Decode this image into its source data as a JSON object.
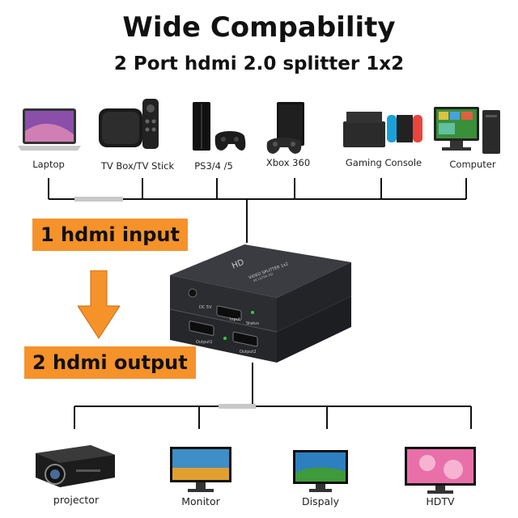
{
  "header": {
    "title": "Wide Compability",
    "subtitle": "2  Port  hdmi 2.0 splitter 1x2"
  },
  "sources": [
    {
      "label": "Laptop",
      "icon": "laptop-icon"
    },
    {
      "label": "TV Box/TV Stick",
      "icon": "tv-box-icon"
    },
    {
      "label": "PS3/4 /5",
      "icon": "playstation-icon"
    },
    {
      "label": "Xbox 360",
      "icon": "xbox-icon"
    },
    {
      "label": "Gaming Console",
      "icon": "switch-console-icon"
    },
    {
      "label": "Computer",
      "icon": "desktop-computer-icon"
    }
  ],
  "callouts": {
    "input": "1 hdmi input",
    "output": "2 hdmi output"
  },
  "splitter": {
    "brand": "HD",
    "model_text": "VIDEO SPLITTER 1x2",
    "model_sub": "4K ULTRA HD",
    "dc_label": "DC 5V",
    "input_label": "Input",
    "status_label": "Status",
    "output1_label": "Output1",
    "output2_label": "Output2"
  },
  "displays": [
    {
      "label": "projector",
      "icon": "projector-icon"
    },
    {
      "label": "Monitor",
      "icon": "monitor-icon"
    },
    {
      "label": "Dispaly",
      "icon": "display-icon"
    },
    {
      "label": "HDTV",
      "icon": "hdtv-icon"
    }
  ],
  "colors": {
    "callout": "#f6922a",
    "arrow": "#f6922a",
    "line": "#111111",
    "device_body": "#2b2d31"
  }
}
